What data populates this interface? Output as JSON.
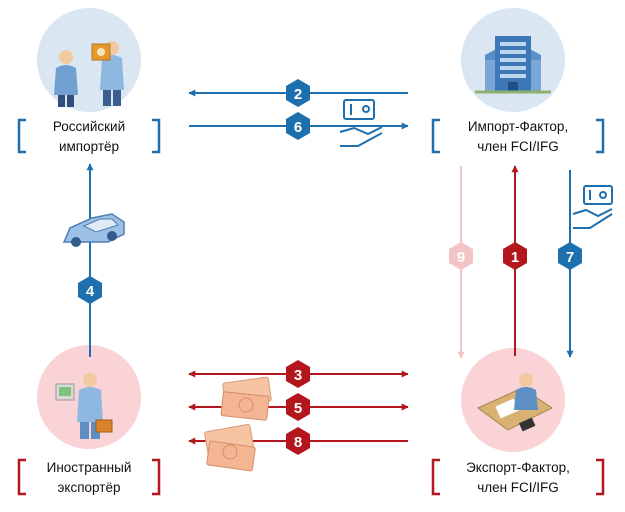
{
  "participants": {
    "russian_importer": {
      "line1": "Российский",
      "line2": "импортёр"
    },
    "import_factor": {
      "line1": "Импорт-Фактор,",
      "line2": "член FCI/IFG"
    },
    "foreign_exporter": {
      "line1": "Иностранный",
      "line2": "экспортёр"
    },
    "export_factor": {
      "line1": "Экспорт-Фактор,",
      "line2": "член FCI/IFG"
    }
  },
  "steps": {
    "s1": "1",
    "s2": "2",
    "s3": "3",
    "s4": "4",
    "s5": "5",
    "s6": "6",
    "s7": "7",
    "s8": "8",
    "s9": "9"
  },
  "colors": {
    "import_side": "#1e6fae",
    "export_side": "#b3171d",
    "faded": "#f2c4c6",
    "blue_circle": "#dbe6f3",
    "pink_circle": "#f9d3d6"
  }
}
